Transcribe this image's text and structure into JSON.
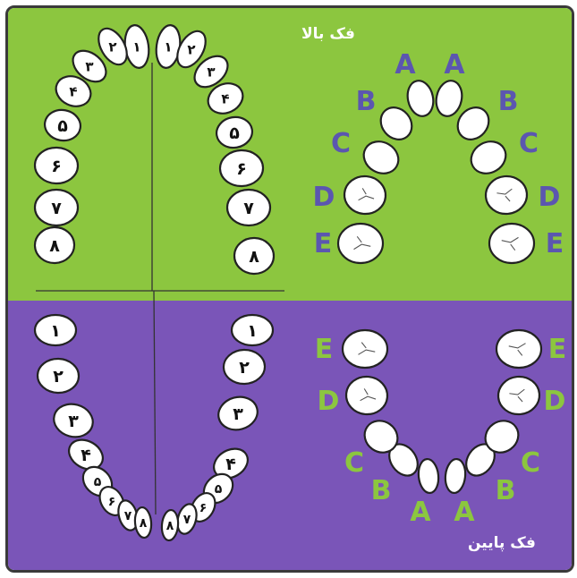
{
  "colors": {
    "upper_background": "#8cc63f",
    "lower_background": "#7a55b8",
    "tooth_fill": "#ffffff",
    "tooth_outline": "#222222",
    "upper_letter_color": "#5b56b0",
    "lower_letter_color": "#8cc63f",
    "jaw_title_color": "#ffffff"
  },
  "upper_jaw": {
    "title": "فک بالا",
    "permanent_teeth_left": [
      "۱",
      "۲",
      "۳",
      "۴",
      "۵",
      "۶",
      "۷",
      "۸"
    ],
    "permanent_teeth_right": [
      "۱",
      "۲",
      "۳",
      "۴",
      "۵",
      "۶",
      "۷",
      "۸"
    ],
    "primary_labels_left": [
      "A",
      "B",
      "C",
      "D",
      "E"
    ],
    "primary_labels_right": [
      "A",
      "B",
      "C",
      "D",
      "E"
    ]
  },
  "lower_jaw": {
    "title": "فک پایین",
    "permanent_teeth_left": [
      "۱",
      "۲",
      "۳",
      "۴",
      "۵",
      "۶",
      "۷",
      "۸"
    ],
    "permanent_teeth_right": [
      "۱",
      "۲",
      "۳",
      "۴",
      "۵",
      "۶",
      "۷",
      "۸"
    ],
    "primary_labels_left": [
      "A",
      "B",
      "C",
      "D",
      "E"
    ],
    "primary_labels_right": [
      "A",
      "B",
      "C",
      "D",
      "E"
    ]
  }
}
